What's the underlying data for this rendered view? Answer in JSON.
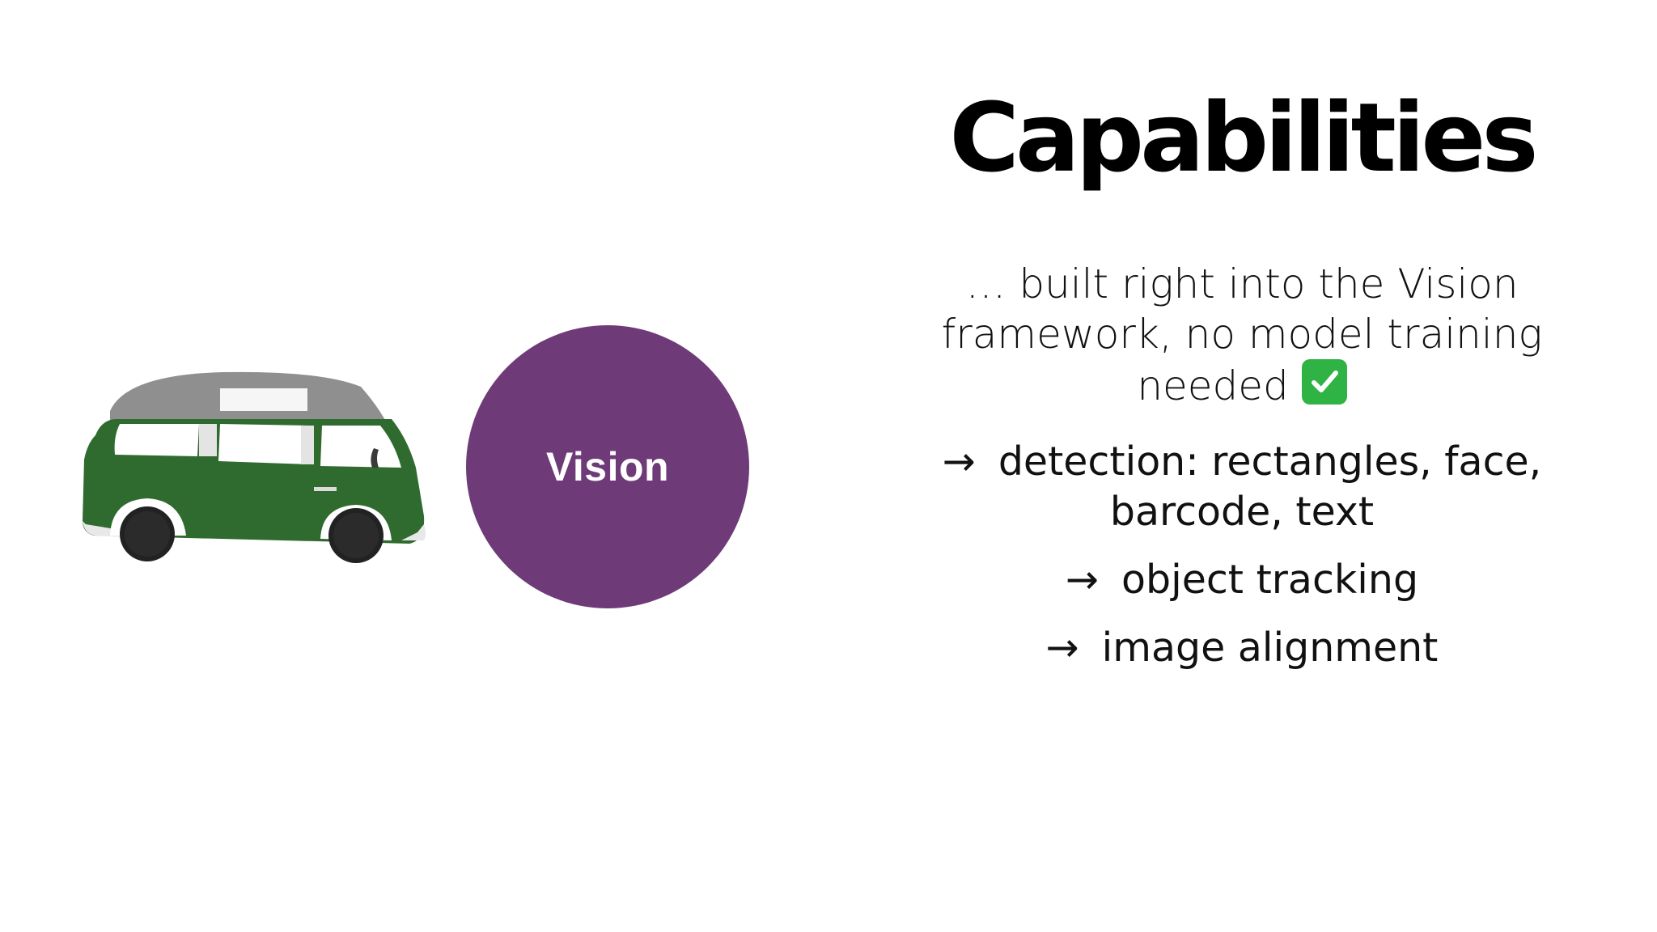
{
  "slide": {
    "title": "Capabilities",
    "intro": {
      "line1": "… built right into the Vision",
      "line2": "framework, no model training",
      "line3": "needed"
    },
    "bullets": [
      {
        "arrow": "→",
        "text_line1": "detection: rectangles, face,",
        "text_line2": "barcode, text"
      },
      {
        "arrow": "→",
        "text": "object tracking"
      },
      {
        "arrow": "→",
        "text": "image alignment"
      }
    ]
  },
  "diagram": {
    "circle_label": "Vision",
    "circle_color": "#6e3a78",
    "van_color": "#2f6b2f",
    "van_roof_color": "#8f8f8f"
  }
}
